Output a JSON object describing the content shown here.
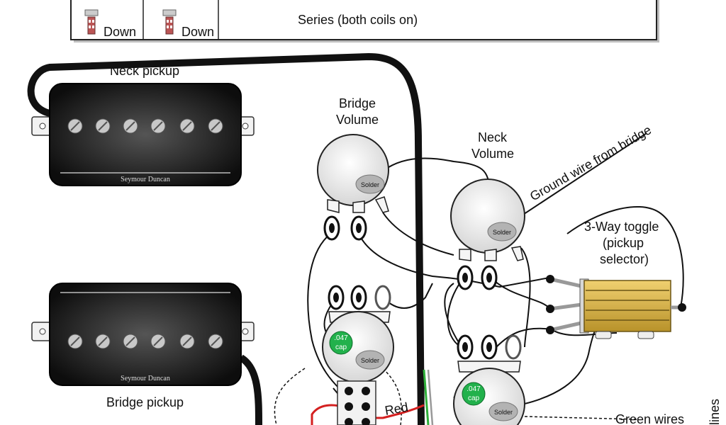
{
  "switch_table": {
    "col1_label": "Down",
    "col2_label": "Down",
    "description": "Series (both coils on)"
  },
  "pickups": {
    "neck_label": "Neck pickup",
    "bridge_label": "Bridge pickup",
    "brand": "Seymour Duncan"
  },
  "pots": {
    "bridge_volume_line1": "Bridge",
    "bridge_volume_line2": "Volume",
    "neck_volume_line1": "Neck",
    "neck_volume_line2": "Volume",
    "solder": "Solder"
  },
  "caps": {
    "value": ".047",
    "unit": "cap"
  },
  "toggle": {
    "line1": "3-Way toggle",
    "line2": "(pickup",
    "line3": "selector)"
  },
  "wires": {
    "ground_label": "Ground wire from bridge",
    "red_label": "Red",
    "green_label": "Green wires"
  },
  "watermark": "lines",
  "colors": {
    "wire": "#111111",
    "pickup_body": "#1a1a1a",
    "pot_body": "#e8e8e8",
    "cap_green": "#22b14c",
    "toggle_gold": "#d9b64a",
    "red_wire": "#d42020",
    "green_wire": "#2fb03a"
  }
}
